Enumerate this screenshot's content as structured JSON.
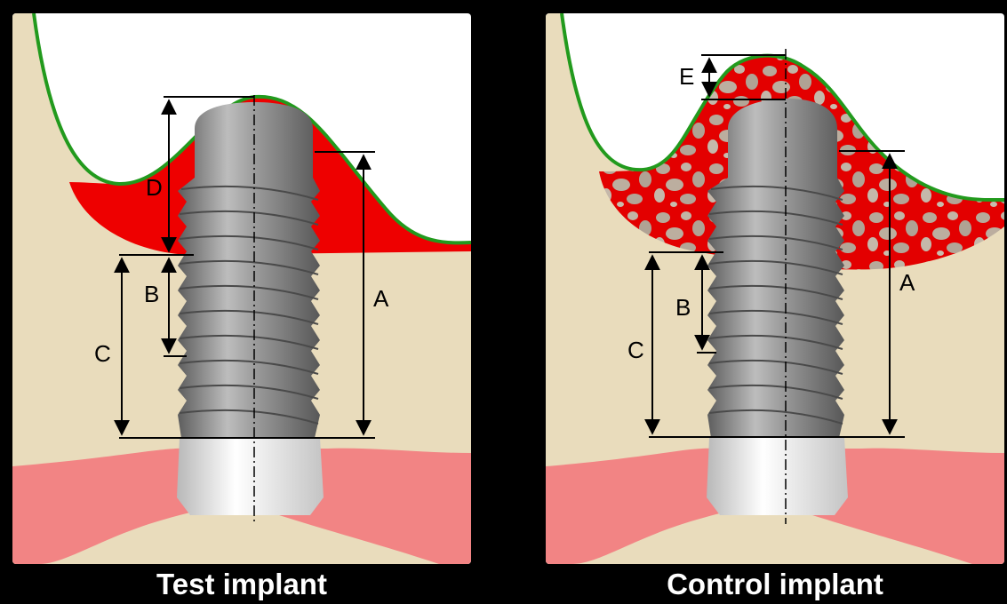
{
  "panels": [
    {
      "caption": "Test implant",
      "labels": {
        "A": "A",
        "B": "B",
        "C": "C",
        "D": "D"
      }
    },
    {
      "caption": "Control implant",
      "labels": {
        "A": "A",
        "B": "B",
        "C": "C",
        "E": "E"
      }
    }
  ],
  "colors": {
    "bone": "#e9dcbc",
    "graft_red": "#ee0000",
    "gingiva": "#f28484",
    "outline_green": "#229a1d",
    "implant_gray": "#9a9a9a",
    "collar_white": "#f2f2f2",
    "background": "#000000"
  }
}
